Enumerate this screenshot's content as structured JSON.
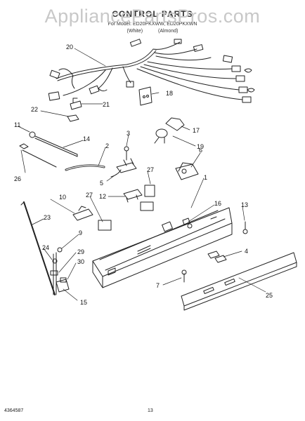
{
  "watermark": "AppliancePartsPros.com",
  "header": {
    "title": "CONTROL PARTS",
    "subtitle": "For Model: ED20PKXWW, ED20PKXWN",
    "variant_1": "(White)",
    "variant_2": "(Almond)"
  },
  "footer": {
    "doc_number": "4364587",
    "page_number": "13"
  },
  "callouts": [
    "20",
    "18",
    "21",
    "22",
    "11",
    "3",
    "17",
    "14",
    "2",
    "19",
    "6",
    "26",
    "27",
    "5",
    "1",
    "12",
    "10",
    "27",
    "16",
    "13",
    "23",
    "9",
    "24",
    "29",
    "4",
    "30",
    "7",
    "15",
    "25"
  ]
}
